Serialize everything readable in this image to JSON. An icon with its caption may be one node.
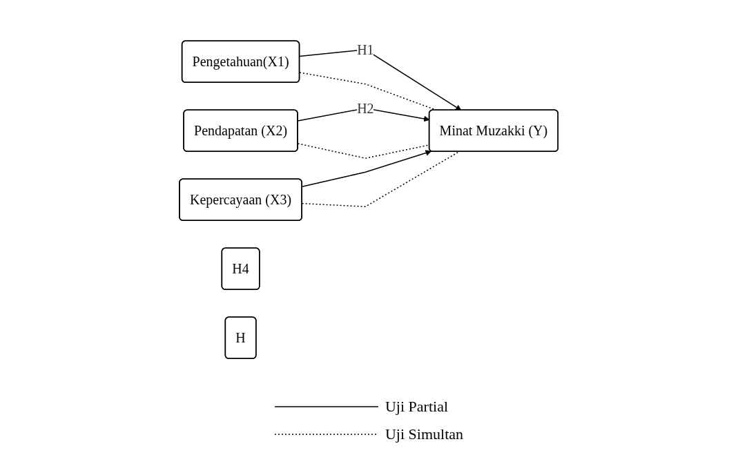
{
  "diagram": {
    "nodes": [
      {
        "text": [
          "Pengetahuan(X1)"
        ]
      },
      {
        "text": [
          "Pendapatan (X2)"
        ]
      },
      {
        "text": [
          "Kepercayaan (X3)"
        ]
      },
      {
        "text": [
          "Minat Muzakki (Y)"
        ]
      },
      {
        "text": [
          "H4"
        ]
      },
      {
        "text": [
          "H"
        ]
      }
    ],
    "edges": [
      {
        "from": 0,
        "to": 3,
        "arrow": "to",
        "label": "H1"
      },
      {
        "from": 1,
        "to": 3,
        "arrow": "to",
        "label": "H2"
      },
      {
        "from": 2,
        "to": 3,
        "arrow": "to"
      },
      {
        "from": 0,
        "to": 3,
        "arrow": "none",
        "style": "dashed"
      },
      {
        "from": 1,
        "to": 3,
        "arrow": "none",
        "style": "dashed"
      },
      {
        "from": 2,
        "to": 3,
        "arrow": "none",
        "style": "dashed"
      }
    ],
    "legend": [
      {
        "text": "Uji Partial"
      },
      {
        "text": "Uji Simultan"
      }
    ]
  }
}
